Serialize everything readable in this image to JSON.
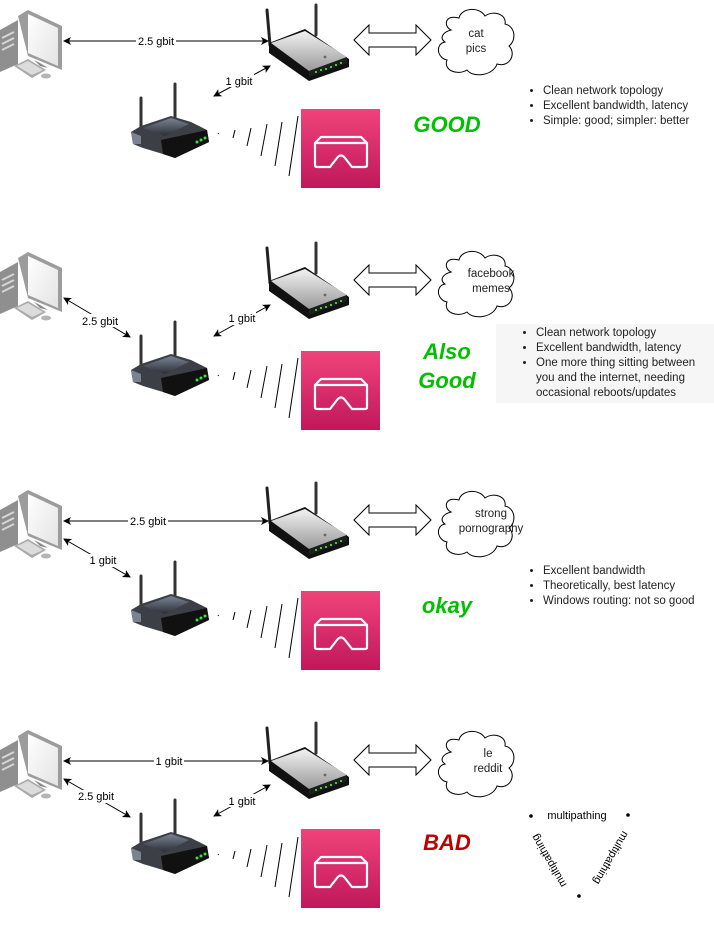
{
  "colors": {
    "good": "#00c000",
    "bad": "#c00000",
    "vr_top": "#f0437a",
    "vr_bottom": "#c0185a",
    "bullet_box_bg": "#f6f6f6"
  },
  "panels": [
    {
      "id": "good",
      "verdict": [
        "GOOD"
      ],
      "verdict_color": "good",
      "cloud_lines": [
        "cat",
        "pics"
      ],
      "links": {
        "pc_to_top_router": "2.5 gbit",
        "bottom_router_to_top_router": "1 gbit"
      },
      "bullets": [
        "Clean network topology",
        "Excellent bandwidth, latency",
        "Simple: good; simpler: better"
      ]
    },
    {
      "id": "also-good",
      "verdict": [
        "Also",
        "Good"
      ],
      "verdict_color": "good",
      "cloud_lines": [
        "facebook",
        "memes"
      ],
      "links": {
        "pc_to_bottom_router": "2.5 gbit",
        "bottom_router_to_top_router": "1 gbit"
      },
      "bullets": [
        "Clean network topology",
        "Excellent bandwidth, latency",
        "One more thing sitting between you and the internet, needing occasional reboots/updates"
      ]
    },
    {
      "id": "okay",
      "verdict": [
        "okay"
      ],
      "verdict_color": "good",
      "cloud_lines": [
        "strong",
        "pornography"
      ],
      "links": {
        "pc_to_top_router": "2.5 gbit",
        "pc_to_bottom_router": "1 gbit"
      },
      "bullets": [
        "Excellent bandwidth",
        "Theoretically, best latency",
        "Windows routing: not so good"
      ]
    },
    {
      "id": "bad",
      "verdict": [
        "BAD"
      ],
      "verdict_color": "bad",
      "cloud_lines": [
        "le",
        "reddit"
      ],
      "links": {
        "pc_to_top_router": "1 gbit",
        "pc_to_bottom_router": "2.5 gbit",
        "bottom_router_to_top_router": "1 gbit"
      },
      "triangle_labels": [
        "multipathing",
        "multipathing",
        "multipathing"
      ]
    }
  ],
  "icons": {
    "pc": "desktop-computer-icon",
    "top_router": "wifi-router-icon",
    "bottom_router": "wifi-router-icon",
    "headset": "vr-headset-icon",
    "internet": "cloud-icon",
    "bidirectional": "double-arrow-icon"
  }
}
